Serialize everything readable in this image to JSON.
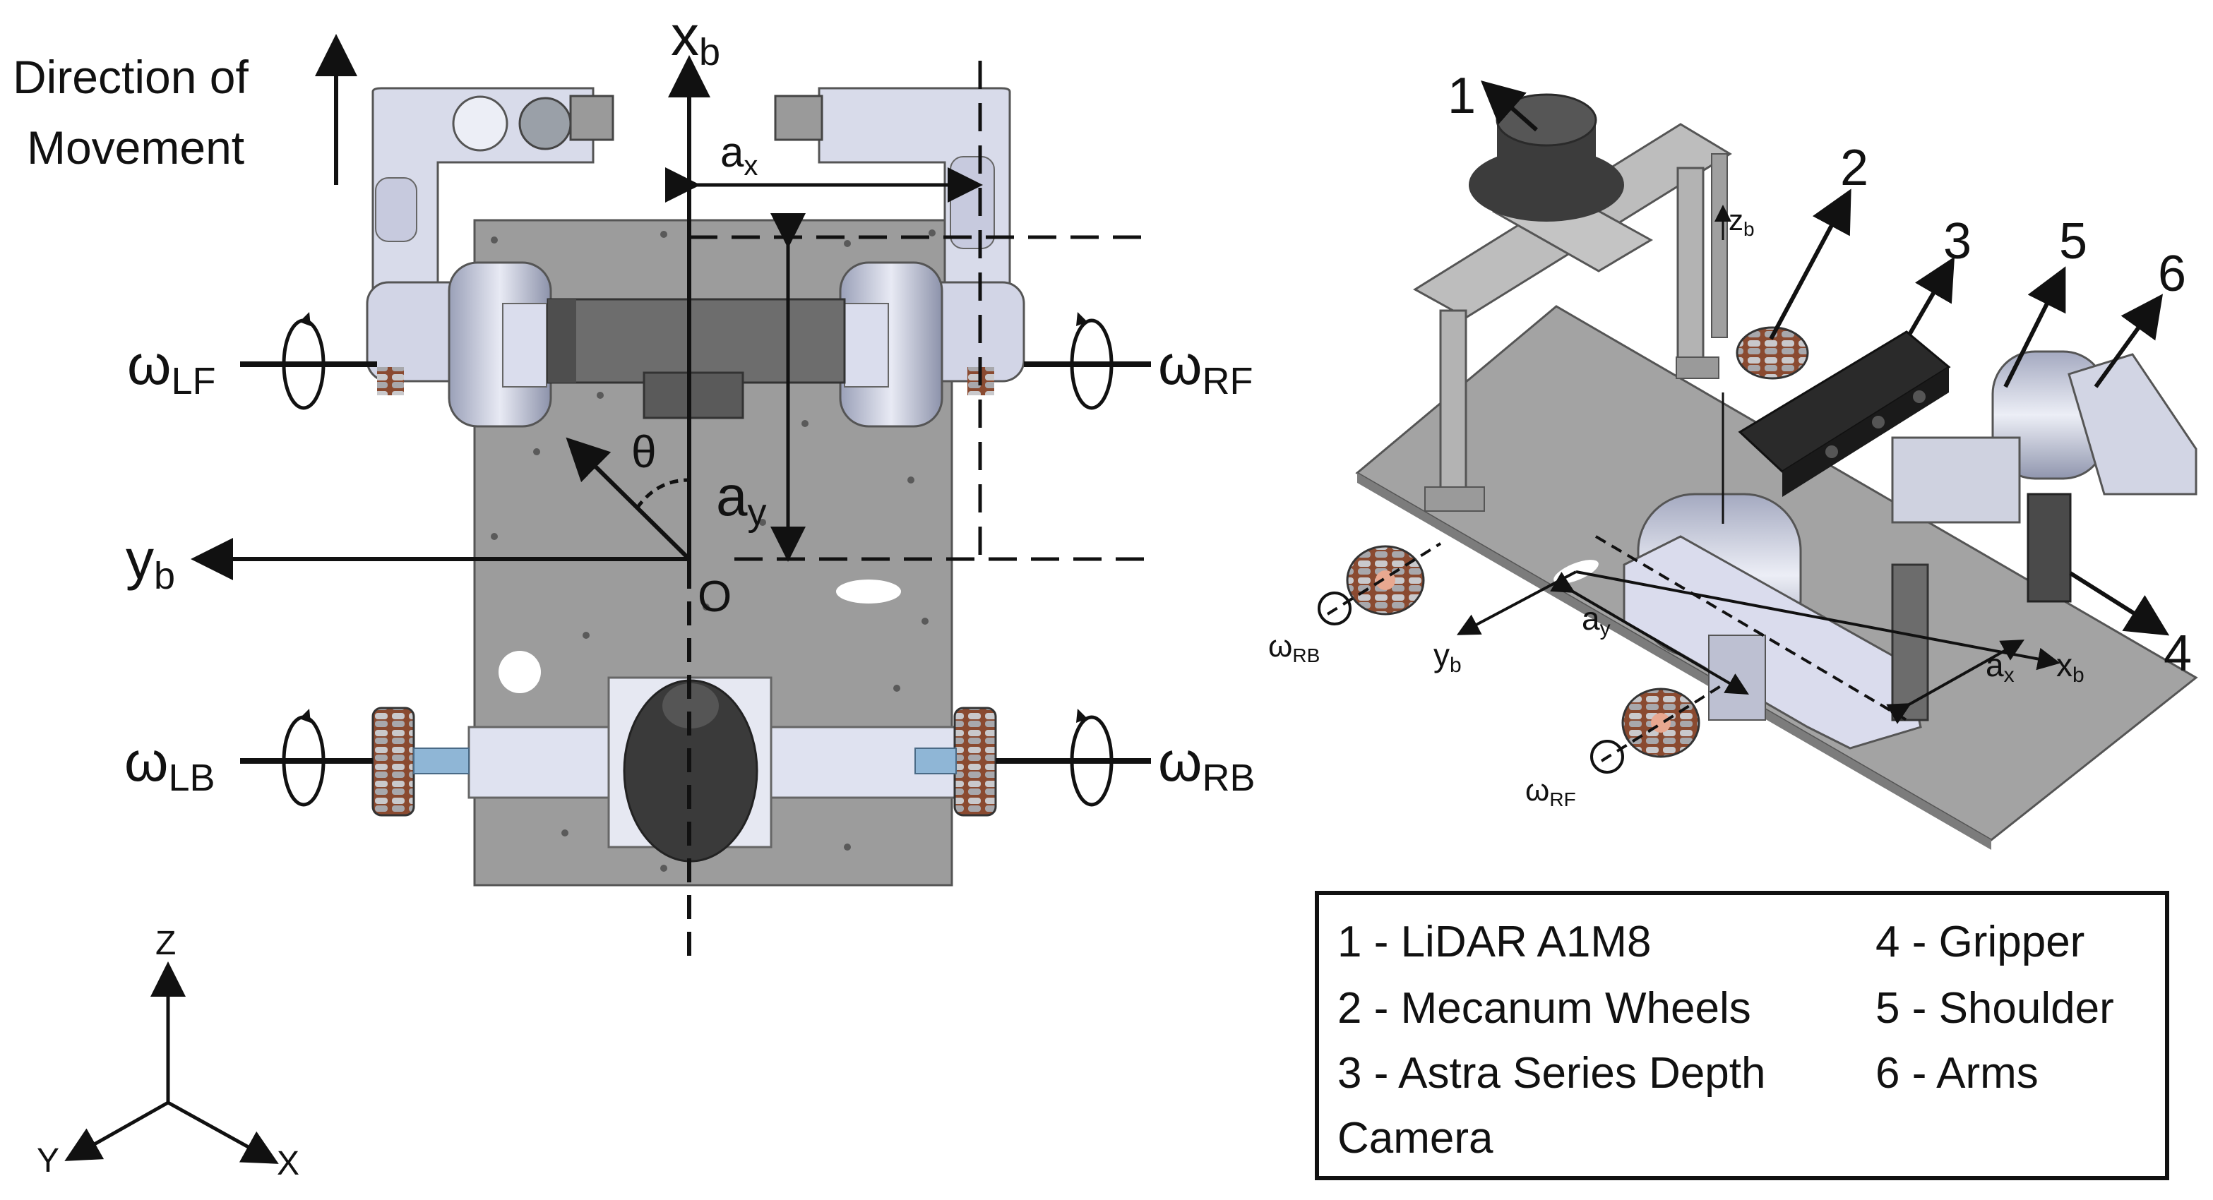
{
  "direction": {
    "line1": "Direction of",
    "line2": "Movement"
  },
  "labels": {
    "xb": "x",
    "xb_sub": "b",
    "yb": "y",
    "yb_sub": "b",
    "origin": "O",
    "theta": "θ",
    "ax": "a",
    "ax_sub": "x",
    "ay": "a",
    "ay_sub": "y",
    "w_lf": "ω",
    "w_lf_sub": "LF",
    "w_rf": "ω",
    "w_rf_sub": "RF",
    "w_lb": "ω",
    "w_lb_sub": "LB",
    "w_rb": "ω",
    "w_rb_sub": "RB"
  },
  "frame": {
    "z": "Z",
    "y": "Y",
    "x": "X"
  },
  "iso": {
    "callouts": [
      "1",
      "2",
      "3",
      "5",
      "6",
      "4"
    ],
    "zb": "z",
    "zb_sub": "b",
    "yb": "y",
    "yb_sub": "b",
    "xb": "x",
    "xb_sub": "b",
    "ay": "a",
    "ay_sub": "y",
    "ax": "a",
    "ax_sub": "x",
    "w_rb": "ω",
    "w_rb_sub": "RB",
    "w_rf": "ω",
    "w_rf_sub": "RF"
  },
  "legend": {
    "items": [
      "1 - LiDAR A1M8",
      "2 - Mecanum Wheels",
      "3 - Astra Series Depth",
      "Camera",
      "4 - Gripper",
      "5 - Shoulder",
      "6 - Arms"
    ]
  }
}
